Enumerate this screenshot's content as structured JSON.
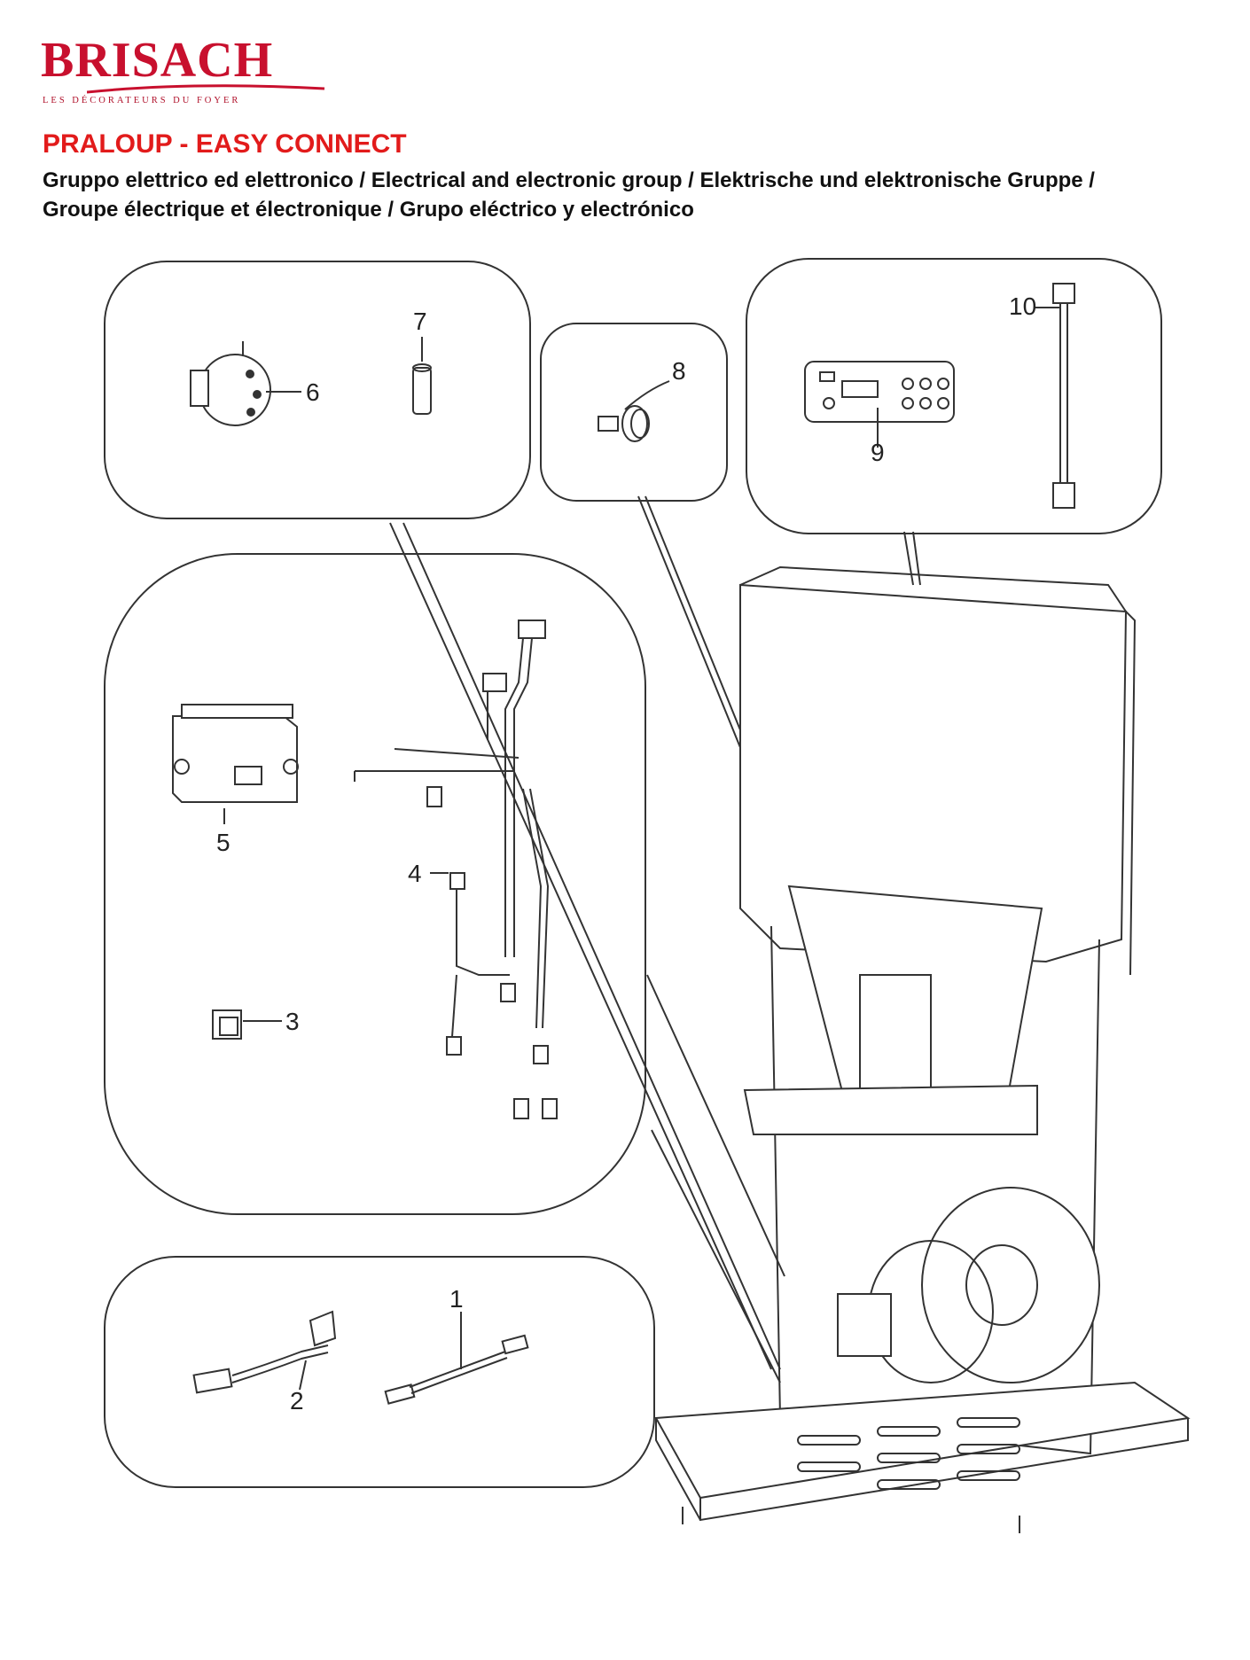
{
  "brand": {
    "name": "BRISACH",
    "tagline": "LES DÉCORATEURS DU FOYER",
    "color": "#c8102e"
  },
  "title": "PRALOUP - EASY CONNECT",
  "subtitle_line1": "Gruppo elettrico ed elettronico / Electrical and electronic group / Elektrische und elektronische Gruppe /",
  "subtitle_line2": "Groupe électrique et électronique / Grupo eléctrico y electrónico",
  "title_color": "#e21b1b",
  "parts": [
    {
      "number": "1"
    },
    {
      "number": "2"
    },
    {
      "number": "3"
    },
    {
      "number": "4"
    },
    {
      "number": "5"
    },
    {
      "number": "6"
    },
    {
      "number": "7"
    },
    {
      "number": "8"
    },
    {
      "number": "9"
    },
    {
      "number": "10"
    }
  ]
}
